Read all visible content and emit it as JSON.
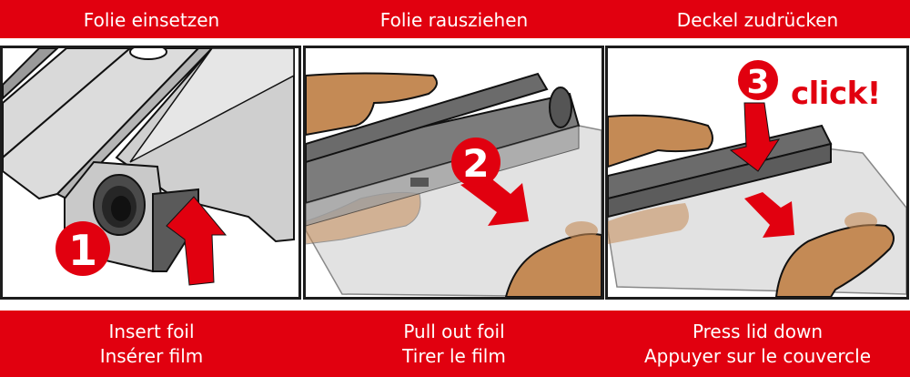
{
  "colors": {
    "brand_red": "#e1000f",
    "panel_border": "#1c1c1c",
    "skin": "#c48a55",
    "lid_gray": "#6b6b6b",
    "foil": "#e2e2e2"
  },
  "steps": [
    {
      "number": "1",
      "title_de": "Folie einsetzen",
      "caption_en": "Insert foil",
      "caption_fr": "Insérer film",
      "illustration": "insert-foil-roll",
      "arrow_direction": "up"
    },
    {
      "number": "2",
      "title_de": "Folie rausziehen",
      "caption_en": "Pull out foil",
      "caption_fr": "Tirer le film",
      "illustration": "pull-out-foil",
      "arrow_direction": "down-right"
    },
    {
      "number": "3",
      "title_de": "Deckel zudrücken",
      "caption_en": "Press lid down",
      "caption_fr": "Appuyer sur le couvercle",
      "illustration": "press-lid-down",
      "arrow_direction": "down",
      "callout": "click!"
    }
  ]
}
